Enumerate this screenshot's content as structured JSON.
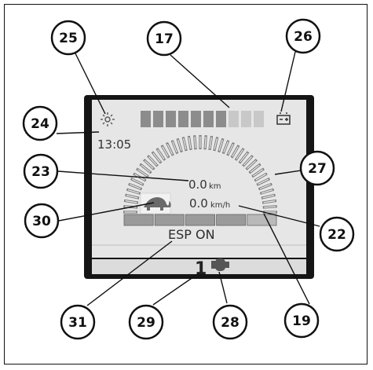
{
  "display": {
    "clock": "13:05",
    "trip_value": "0.0",
    "trip_unit": "km",
    "speed_value": "0.0",
    "speed_unit": "km/h",
    "mode_text": "ESP ON",
    "gear": "1",
    "battery_level_segments_lit": 7,
    "battery_level_segments_total": 10,
    "bottom_bar_segments": 5,
    "icons": [
      "light-bulb-icon",
      "battery-icon",
      "turtle-icon",
      "engine-icon"
    ],
    "colors": {
      "lcd_background": "#e6e6e6",
      "bezel": "#1a1a1a",
      "segment_on": "#8c8c8c",
      "segment_off": "#c8c8c8"
    }
  },
  "callouts": {
    "c17": "17",
    "c19": "19",
    "c22": "22",
    "c23": "23",
    "c24": "24",
    "c25": "25",
    "c26": "26",
    "c27": "27",
    "c28": "28",
    "c29": "29",
    "c30": "30",
    "c31": "31"
  }
}
